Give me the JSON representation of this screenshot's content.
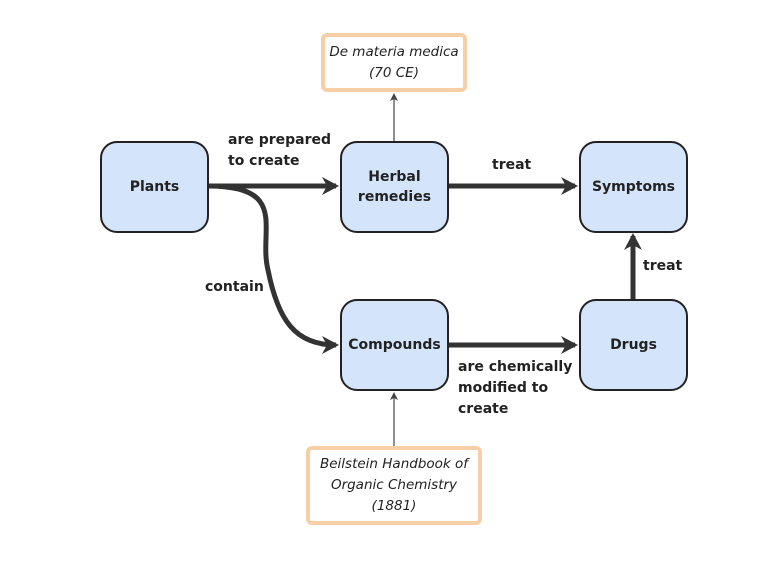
{
  "nodes": {
    "plants": "Plants",
    "herbal_remedies": "Herbal\nremedies",
    "symptoms": "Symptoms",
    "compounds": "Compounds",
    "drugs": "Drugs"
  },
  "references": {
    "de_materia_medica": "De materia medica\n(70 CE)",
    "beilstein": "Beilstein Handbook of\nOrganic Chemistry (1881)"
  },
  "edge_labels": {
    "plants_to_herbal": "are prepared\nto create",
    "herbal_to_symptoms": "treat",
    "plants_to_compounds": "contain",
    "compounds_to_drugs": "are chemically\nmodified to\ncreate",
    "drugs_to_symptoms": "treat"
  },
  "colors": {
    "node_fill": "#d4e4fb",
    "node_border": "#222222",
    "reference_border": "#f7cfa6",
    "edge": "#333333"
  }
}
